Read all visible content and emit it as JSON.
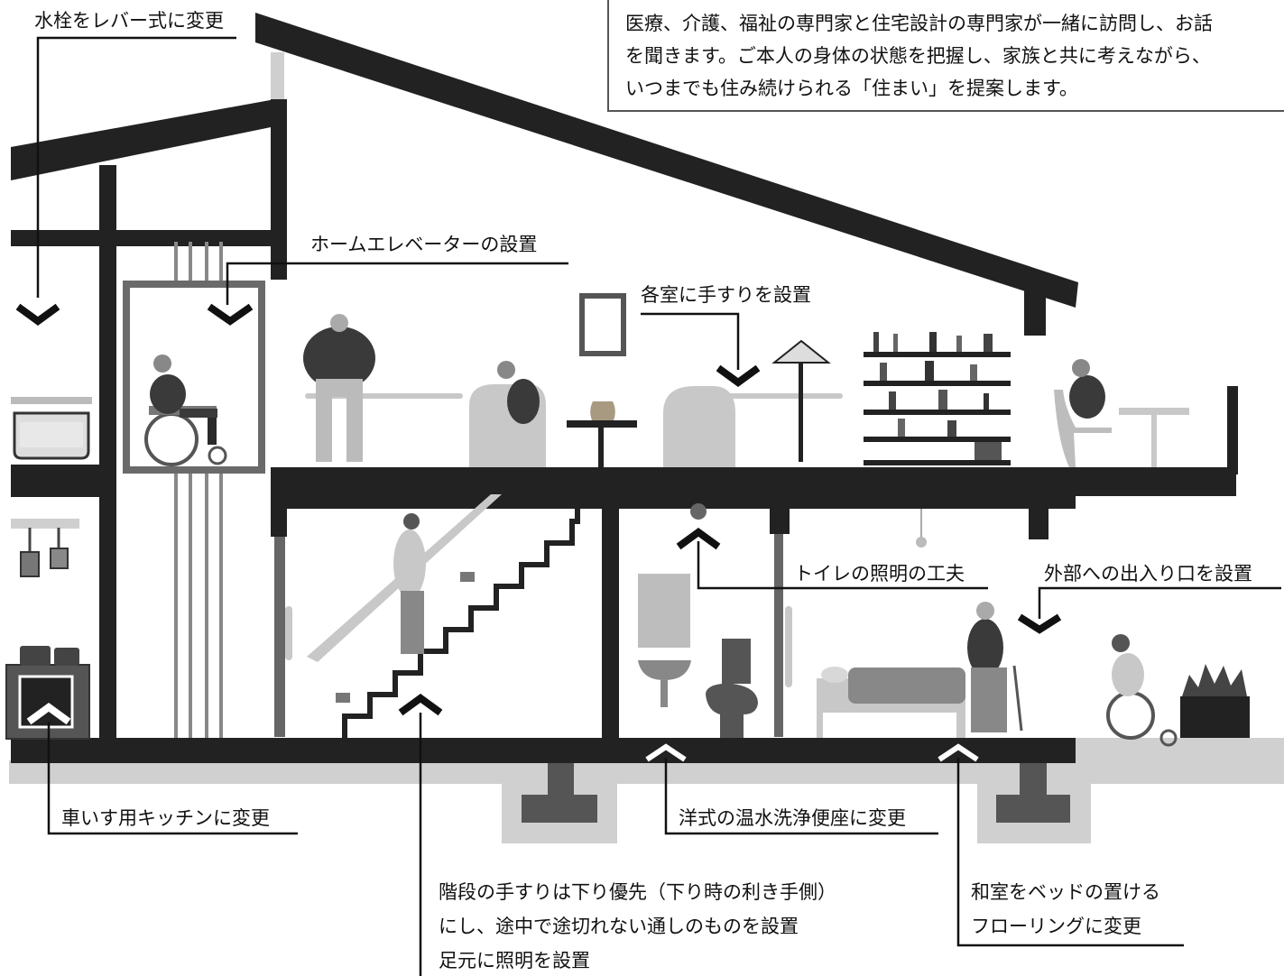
{
  "info_box": {
    "lines": [
      "医療、介護、福祉の専門家と住宅設計の専門家が一緒に訪問し、お話",
      "を聞きます。ご本人の身体の状態を把握し、家族と共に考えながら、",
      "いつまでも住み続けられる「住まい」を提案します。"
    ]
  },
  "labels": {
    "faucet": "水栓をレバー式に変更",
    "elevator": "ホームエレベーターの設置",
    "handrails": "各室に手すりを設置",
    "toilet_light": "トイレの照明の工夫",
    "exit": "外部への出入り口を設置",
    "kitchen": "車いす用キッチンに変更",
    "toilet_seat": "洋式の温水洗浄便座に変更",
    "stairs": [
      "階段の手すりは下り優先（下り時の利き手側）",
      "にし、途中で途切れない通しのものを設置",
      "足元に照明を設置"
    ],
    "flooring": [
      "和室をベッドの置ける",
      "フローリングに変更"
    ]
  },
  "colors": {
    "structure": "#222222",
    "mid_gray": "#6d6d6d",
    "light_gray": "#c8c8c8",
    "ground": "#d0d0d0"
  }
}
